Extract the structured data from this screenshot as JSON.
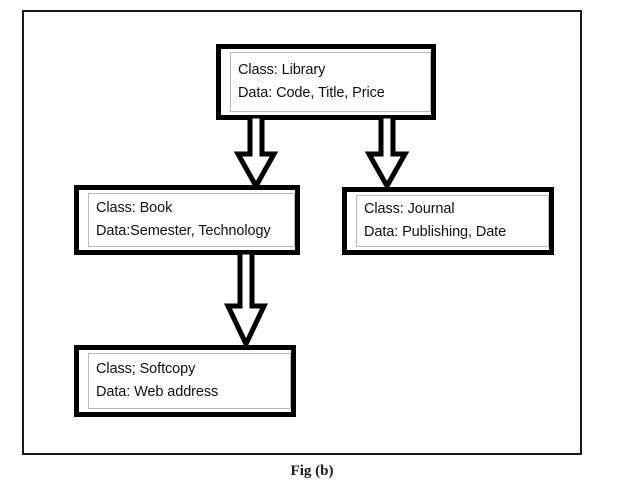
{
  "figure": {
    "caption": "Fig (b)",
    "frame_color": "#1a1a1a",
    "background_color": "#ffffff"
  },
  "diagram": {
    "type": "class-inheritance-hierarchy",
    "box_border_color": "#000000",
    "arrow_style": "hollow-block-arrow",
    "boxes": [
      {
        "id": "library",
        "class_line": "Class: Library",
        "data_line": "Data: Code, Title, Price"
      },
      {
        "id": "book",
        "class_line": "Class: Book",
        "data_line": "Data:Semester, Technology"
      },
      {
        "id": "journal",
        "class_line": "Class: Journal",
        "data_line": "Data: Publishing, Date"
      },
      {
        "id": "softcopy",
        "class_line": "Class; Softcopy",
        "data_line": "Data: Web address"
      }
    ],
    "connections": [
      {
        "id": "library-book",
        "from": "library",
        "to": "book",
        "direction": "down"
      },
      {
        "id": "library-journal",
        "from": "library",
        "to": "journal",
        "direction": "down"
      },
      {
        "id": "book-softcopy",
        "from": "book",
        "to": "softcopy",
        "direction": "down"
      }
    ]
  }
}
